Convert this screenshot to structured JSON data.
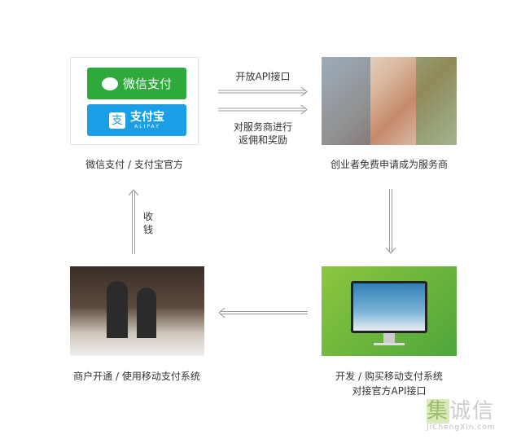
{
  "top_left": {
    "wechat_pay": "微信支付",
    "alipay": "支付宝",
    "alipay_en": "ALIPAY",
    "caption": "微信支付 / 支付宝官方"
  },
  "top_arrow": {
    "label_top": "开放API接口",
    "label_bottom_1": "对服务商进行",
    "label_bottom_2": "返佣和奖励"
  },
  "top_right": {
    "caption": "创业者免费申请成为服务商"
  },
  "left_arrow": {
    "label_1": "收",
    "label_2": "钱"
  },
  "bottom_left": {
    "caption": "商户开通 / 使用移动支付系统"
  },
  "bottom_right": {
    "caption_1": "开发 / 购买移动支付系统",
    "caption_2": "对接官方API接口"
  },
  "watermark": {
    "cn": "集诚信",
    "en": "JiChengXin.com"
  }
}
